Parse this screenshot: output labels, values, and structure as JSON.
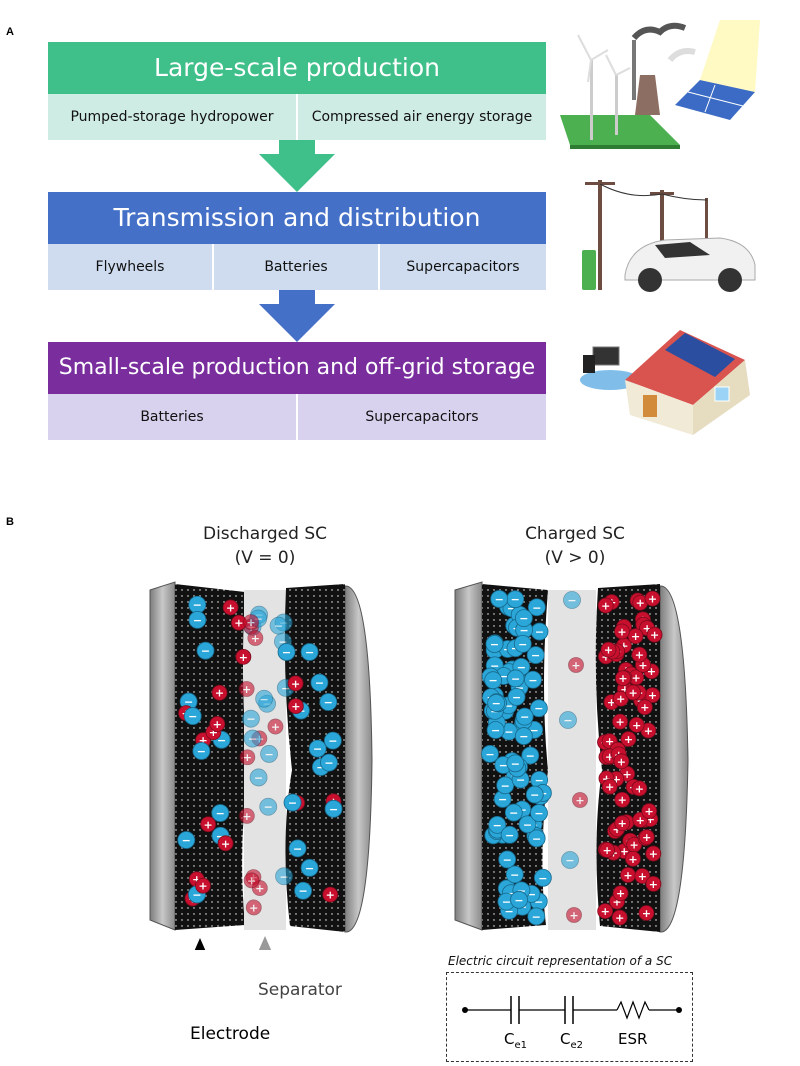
{
  "panel_a": {
    "letter": "A",
    "tiers": [
      {
        "title": "Large-scale production",
        "items": [
          "Pumped-storage hydropower",
          "Compressed air energy storage"
        ],
        "band_color": "#3fbf8a",
        "cell_color": "#cfece4",
        "arrow_color": "#3fbf8a"
      },
      {
        "title": "Transmission and distribution",
        "items": [
          "Flywheels",
          "Batteries",
          "Supercapacitors"
        ],
        "band_color": "#4470c8",
        "cell_color": "#cfdcf0",
        "arrow_color": "#4470c8"
      },
      {
        "title": "Small-scale production and off-grid storage",
        "items": [
          "Batteries",
          "Supercapacitors"
        ],
        "band_color": "#7a2e9e",
        "cell_color": "#d9d2ef"
      }
    ],
    "illustrations": [
      "wind-turbine-power-plant-solar-icon",
      "power-lines-electric-car-icon",
      "solar-house-devices-icon"
    ]
  },
  "panel_b": {
    "letter": "B",
    "discharged": {
      "title": "Discharged SC",
      "subtitle": "(V = 0)"
    },
    "charged": {
      "title": "Charged SC",
      "subtitle": "(V > 0)"
    },
    "labels": {
      "separator": "Separator",
      "electrode": "Electrode"
    },
    "circuit": {
      "title": "Electric circuit representation of a SC",
      "c1_main": "C",
      "c1_sub": "e1",
      "c2_main": "C",
      "c2_sub": "e2",
      "esr": "ESR"
    },
    "ion_symbols": {
      "negative": "−",
      "positive": "+"
    },
    "colors": {
      "anion": "#2aa6d8",
      "cation": "#c8102e",
      "electrode": "#111111",
      "separator": "#e3e3e3",
      "collector": "#9a9a9a"
    }
  }
}
